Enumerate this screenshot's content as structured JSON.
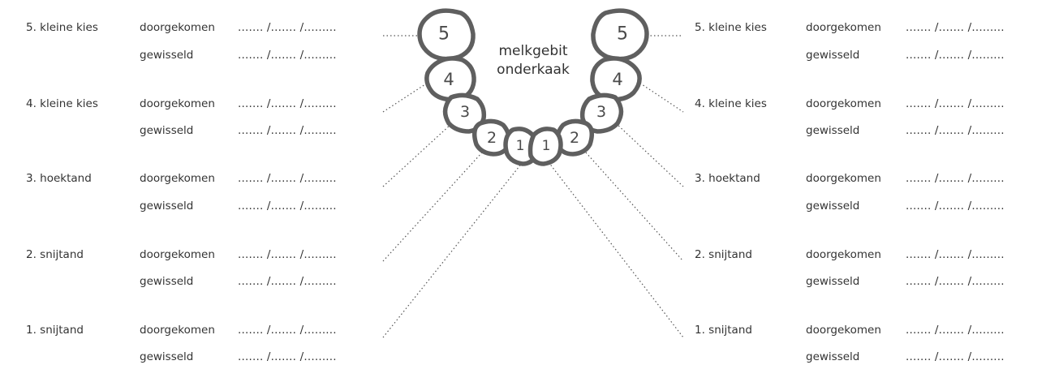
{
  "title": {
    "line1": "melkgebit",
    "line2": "onderkaak"
  },
  "row_labels": {
    "erupted": "doorgekomen",
    "changed": "gewisseld"
  },
  "date_fields": {
    "erupted": "....... /....... /.........",
    "changed": "....... /....... /........."
  },
  "left": [
    {
      "number": "5",
      "name": "5. kleine kies"
    },
    {
      "number": "4",
      "name": "4. kleine kies"
    },
    {
      "number": "3",
      "name": "3. hoektand"
    },
    {
      "number": "2",
      "name": "2. snijtand"
    },
    {
      "number": "1",
      "name": "1. snijtand"
    }
  ],
  "right": [
    {
      "number": "5",
      "name": "5. kleine kies"
    },
    {
      "number": "4",
      "name": "4. kleine kies"
    },
    {
      "number": "3",
      "name": "3. hoektand"
    },
    {
      "number": "2",
      "name": "2. snijtand"
    },
    {
      "number": "1",
      "name": "1. snijtand"
    }
  ],
  "colors": {
    "tooth_outline": "#5f5f5f",
    "text": "#333333",
    "background": "#ffffff"
  }
}
